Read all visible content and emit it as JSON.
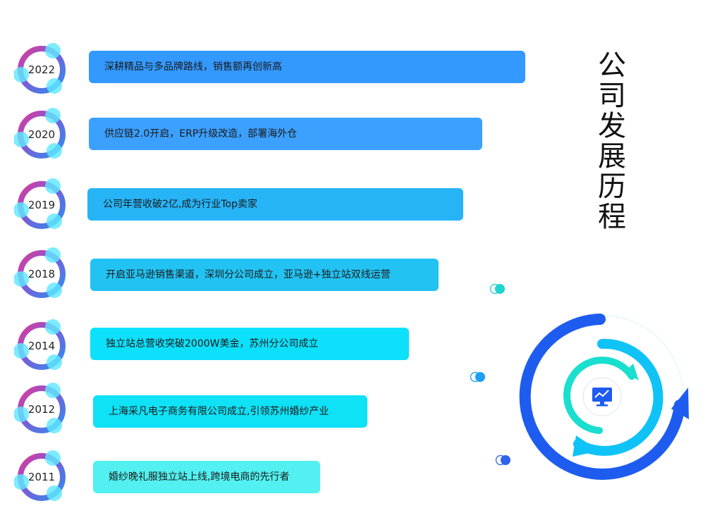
{
  "title_chars": [
    "公",
    "司",
    "发",
    "展",
    "历",
    "程"
  ],
  "milestones": [
    {
      "year": "2022",
      "text": "深耕精品与多品牌路线，销售额再创新高",
      "color": "#3399ff"
    },
    {
      "year": "2020",
      "text": "供应链2.0开启，ERP升级改造，部署海外仓",
      "color": "#3ca0ff"
    },
    {
      "year": "2019",
      "text": "公司年营收破2亿,成为行业Top卖家",
      "color": "#26b4f7"
    },
    {
      "year": "2018",
      "text": "开启亚马逊销售渠道，深圳分公司成立，亚马逊+独立站双线运营",
      "color": "#22c3f3"
    },
    {
      "year": "2014",
      "text": "独立站总营收突破2000W美金，苏州分公司成立",
      "color": "#0ce0fb"
    },
    {
      "year": "2012",
      "text": "上海采凡电子商务有限公司成立,引领苏州婚纱产业",
      "color": "#0fe1f6"
    },
    {
      "year": "2011",
      "text": "婚纱晚礼服独立站上线,跨境电商的先行者",
      "color": "#52f0f0"
    }
  ],
  "icons": {
    "emblem": "monitor-chart-icon"
  }
}
